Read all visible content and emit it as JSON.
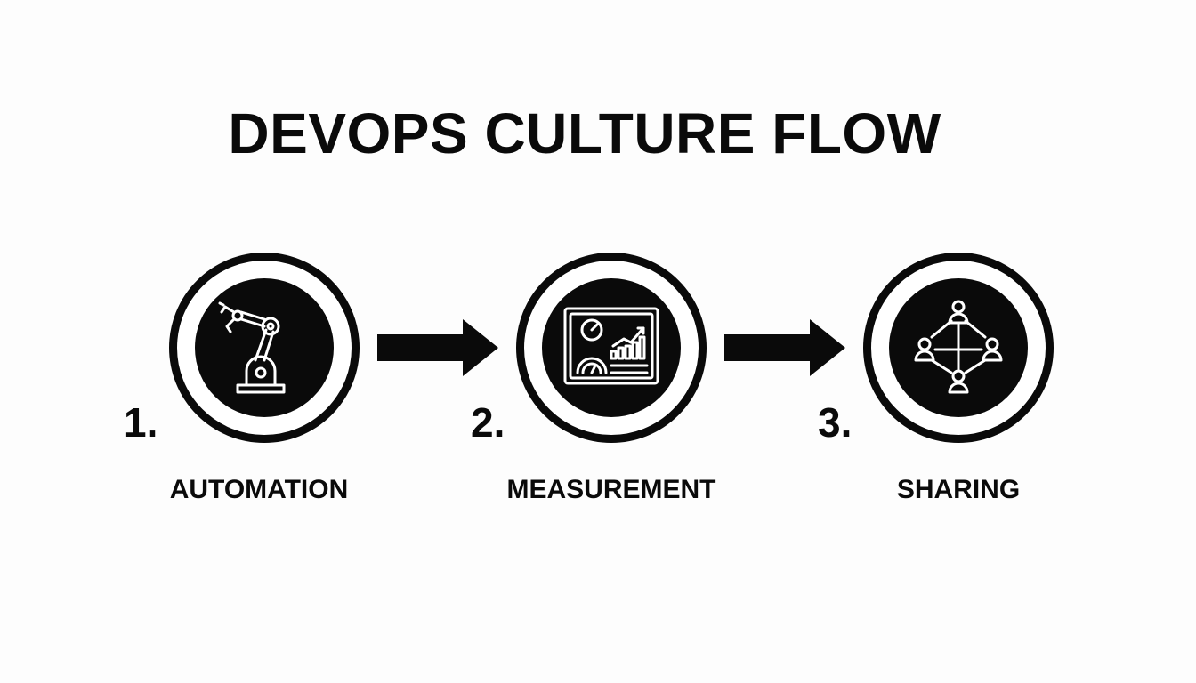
{
  "title": "DEVOPS CULTURE FLOW",
  "steps": [
    {
      "number": "1.",
      "label": "AUTOMATION",
      "icon": "robot-arm-icon"
    },
    {
      "number": "2.",
      "label": "MEASUREMENT",
      "icon": "dashboard-icon"
    },
    {
      "number": "3.",
      "label": "SHARING",
      "icon": "team-network-icon"
    }
  ],
  "colors": {
    "ink": "#0a0a0a",
    "background": "#fdfdfd",
    "icon_stroke": "#ffffff"
  }
}
